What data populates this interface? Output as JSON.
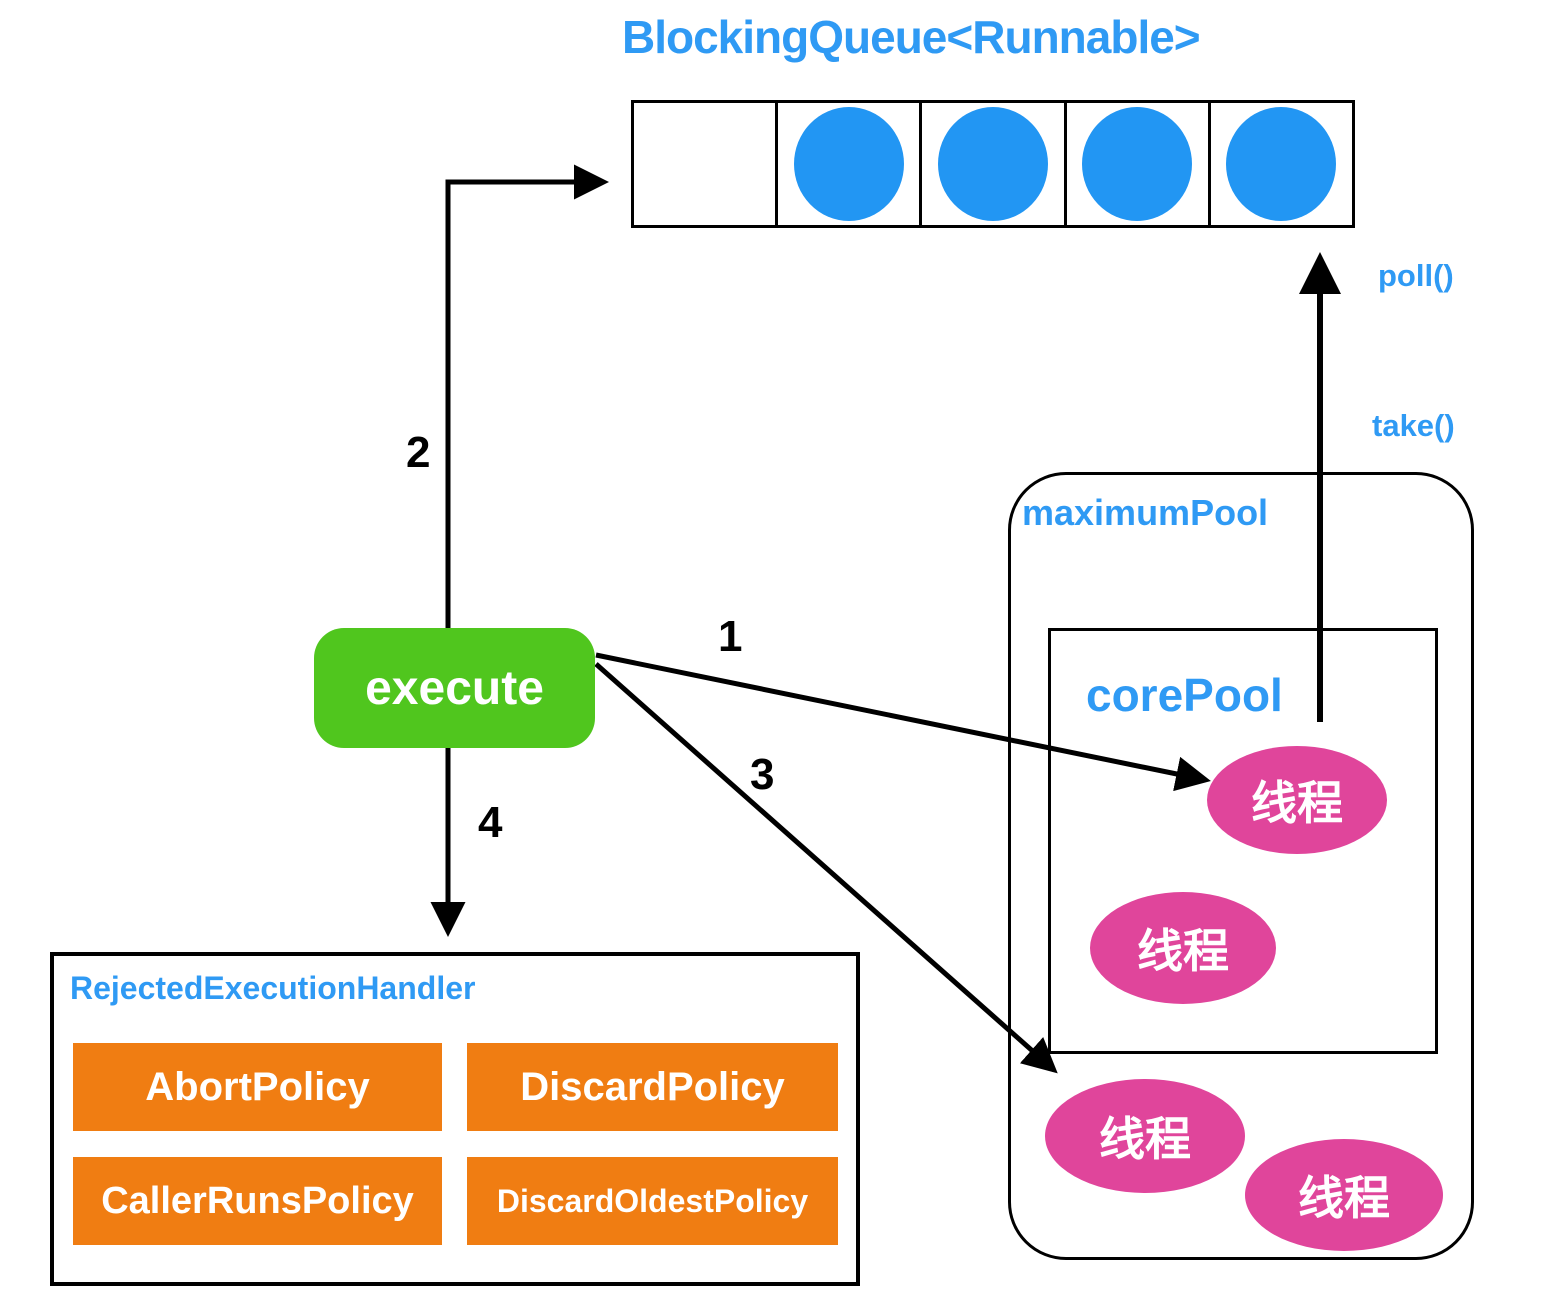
{
  "title": "BlockingQueue<Runnable>",
  "queue": {
    "filled": [
      false,
      true,
      true,
      true,
      true
    ]
  },
  "execute_button": {
    "label": "execute"
  },
  "step_labels": {
    "step1": "1",
    "step2": "2",
    "step3": "3",
    "step4": "4"
  },
  "methods": {
    "poll": "poll()",
    "take": "take()"
  },
  "maximum_pool": {
    "label": "maximumPool"
  },
  "core_pool": {
    "label": "corePool"
  },
  "thread": {
    "label": "线程"
  },
  "rejected_handler": {
    "title": "RejectedExecutionHandler",
    "policies": [
      "AbortPolicy",
      "DiscardPolicy",
      "CallerRunsPolicy",
      "DiscardOldestPolicy"
    ]
  },
  "colors": {
    "blue_text": "#2F9AF4",
    "blue_circle": "#2296F3",
    "green": "#50C61E",
    "pink": "#E0459B",
    "orange": "#F07D12",
    "line": "#000000"
  }
}
